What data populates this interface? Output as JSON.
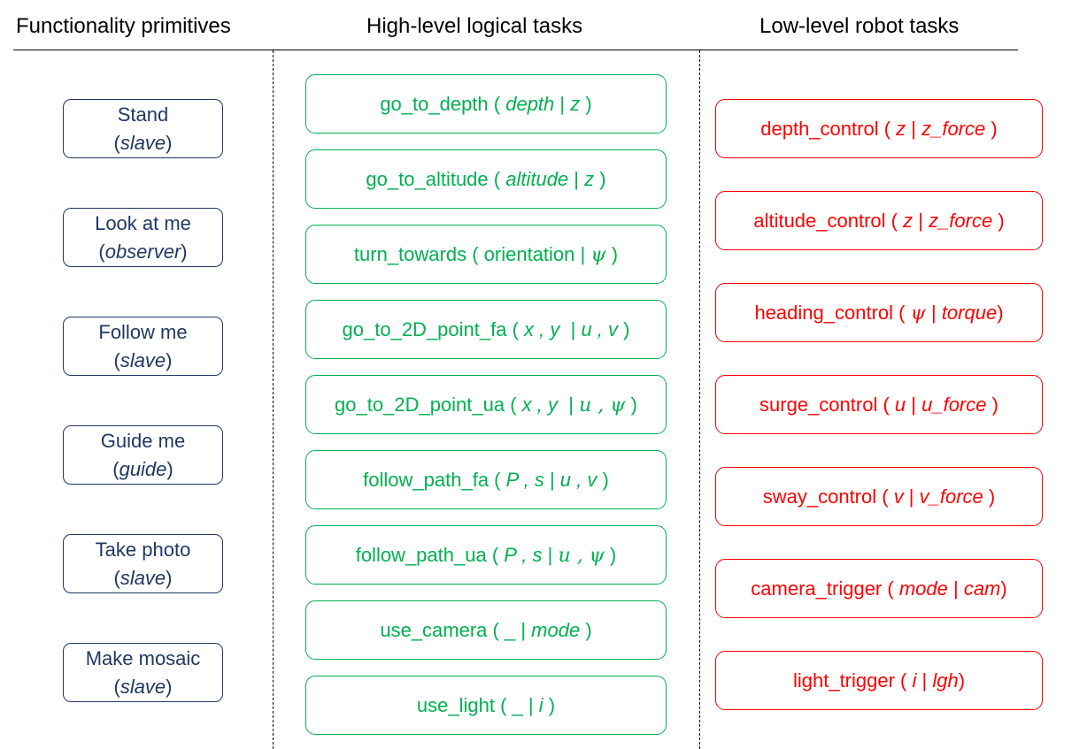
{
  "headers": {
    "primitives": "Functionality primitives",
    "high_level": "High-level logical tasks",
    "low_level": "Low-level robot tasks"
  },
  "primitives": [
    {
      "name": "Stand",
      "role": "slave"
    },
    {
      "name": "Look at me",
      "role": "observer"
    },
    {
      "name": "Follow me",
      "role": "slave"
    },
    {
      "name": "Guide me",
      "role": "guide"
    },
    {
      "name": "Take photo",
      "role": "slave"
    },
    {
      "name": "Make mosaic",
      "role": "slave"
    }
  ],
  "high_level_tasks": [
    {
      "name": "go_to_depth",
      "inputs": "depth",
      "outputs": "z"
    },
    {
      "name": "go_to_altitude",
      "inputs": "altitude",
      "outputs": "z"
    },
    {
      "name": "turn_towards",
      "inputs": "orientation",
      "outputs": "ψ"
    },
    {
      "name": "go_to_2D_point_fa",
      "inputs": "x , y",
      "outputs": "u , v"
    },
    {
      "name": "go_to_2D_point_ua",
      "inputs": "x , y",
      "outputs": "u , ψ"
    },
    {
      "name": "follow_path_fa",
      "inputs": "P , s",
      "outputs": "u , v"
    },
    {
      "name": "follow_path_ua",
      "inputs": "P , s",
      "outputs": "u , ψ"
    },
    {
      "name": "use_camera",
      "inputs": "_",
      "outputs": "mode"
    },
    {
      "name": "use_light",
      "inputs": "_",
      "outputs": "i"
    }
  ],
  "low_level_tasks": [
    {
      "name": "depth_control",
      "inputs": "z",
      "outputs": "z_force"
    },
    {
      "name": "altitude_control",
      "inputs": "z",
      "outputs": "z_force"
    },
    {
      "name": "heading_control",
      "inputs": "ψ",
      "outputs": "torque"
    },
    {
      "name": "surge_control",
      "inputs": "u",
      "outputs": "u_force"
    },
    {
      "name": "sway_control",
      "inputs": "v",
      "outputs": "v_force"
    },
    {
      "name": "camera_trigger",
      "inputs": "mode",
      "outputs": "cam"
    },
    {
      "name": "light_trigger",
      "inputs": "i",
      "outputs": "lgh"
    }
  ],
  "colors": {
    "primitive": "#1F3864",
    "high_level": "#00B050",
    "low_level": "#FF0000"
  }
}
